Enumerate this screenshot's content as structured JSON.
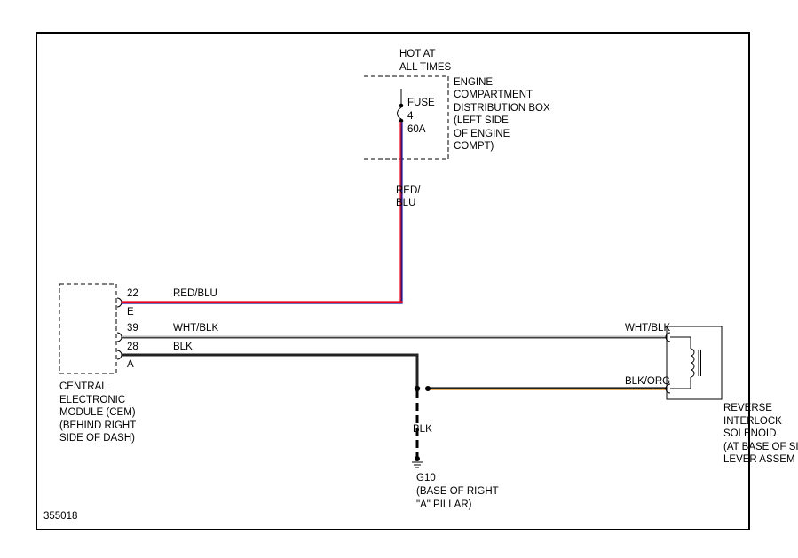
{
  "figure_id": "355018",
  "power": {
    "hot_line1": "HOT AT",
    "hot_line2": "ALL TIMES",
    "box_lines": [
      "ENGINE",
      "COMPARTMENT",
      "DISTRIBUTION BOX",
      "(LEFT SIDE",
      "OF ENGINE",
      "COMPT)"
    ],
    "fuse_lines": [
      "FUSE",
      "4",
      "60A"
    ],
    "feed_wire_lines": [
      "RED/",
      "BLU"
    ]
  },
  "cem": {
    "label_lines": [
      "CENTRAL",
      "ELECTRONIC",
      "MODULE (CEM)",
      "(BEHIND RIGHT",
      "SIDE OF DASH)"
    ],
    "pins": [
      {
        "number": "22",
        "connector": "E",
        "wire": "RED/BLU"
      },
      {
        "number": "39",
        "connector": "",
        "wire": "WHT/BLK"
      },
      {
        "number": "28",
        "connector": "A",
        "wire": "BLK"
      }
    ]
  },
  "solenoid": {
    "wire_top": "WHT/BLK",
    "wire_bottom": "BLK/ORG",
    "label_lines": [
      "REVERSE",
      "INTERLOCK",
      "SOLENOID",
      "(AT BASE OF SI",
      "LEVER ASSEM"
    ]
  },
  "ground": {
    "wire": "BLK",
    "label_lines": [
      "G10",
      "(BASE OF RIGHT",
      "\"A\" PILLAR)"
    ]
  },
  "colors": {
    "red": "#e8001c",
    "blue": "#1a1aa8",
    "white_wire": "#bdbdbd",
    "orange": "#e07a00",
    "black": "#000000"
  }
}
